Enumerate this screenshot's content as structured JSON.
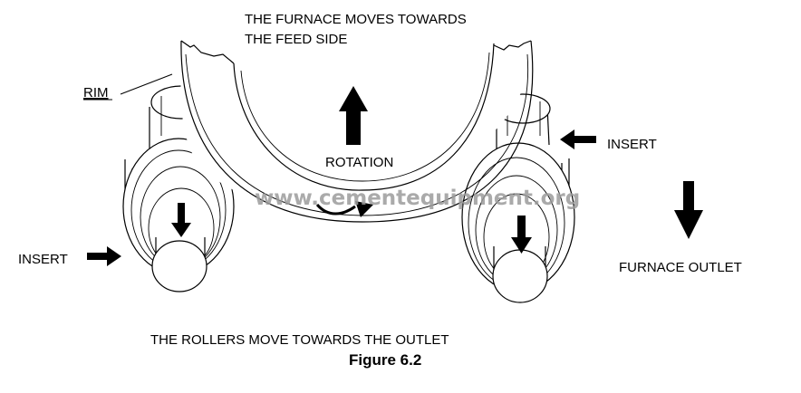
{
  "labels": {
    "furnace_moves_line1": "THE FURNACE MOVES TOWARDS",
    "furnace_moves_line2": "THE FEED SIDE",
    "rim": "RIM",
    "rotation": "ROTATION",
    "insert_right": "INSERT",
    "insert_left": "INSERT",
    "furnace_outlet": "FURNACE OUTLET",
    "rollers_move": "THE ROLLERS MOVE TOWARDS THE OUTLET"
  },
  "watermark": "www.cementequipment.org",
  "caption": "Figure 6.2",
  "colors": {
    "line": "#000000",
    "background": "#ffffff",
    "watermark": "#9c9c9c"
  }
}
